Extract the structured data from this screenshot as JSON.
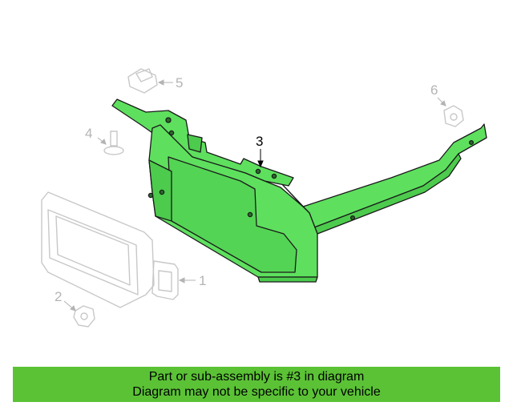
{
  "callouts": {
    "part_1": "1",
    "part_2": "2",
    "part_3": "3",
    "part_4": "4",
    "part_5": "5",
    "part_6": "6"
  },
  "banner": {
    "line1": "Part or sub-assembly is #3 in diagram",
    "line2": "Diagram may not be specific to your vehicle"
  },
  "colors": {
    "highlight_part": "#5ee05e",
    "banner_bg": "#5bc236",
    "ghost_parts": "#c8c8c8",
    "outline": "#1a1a1a"
  }
}
